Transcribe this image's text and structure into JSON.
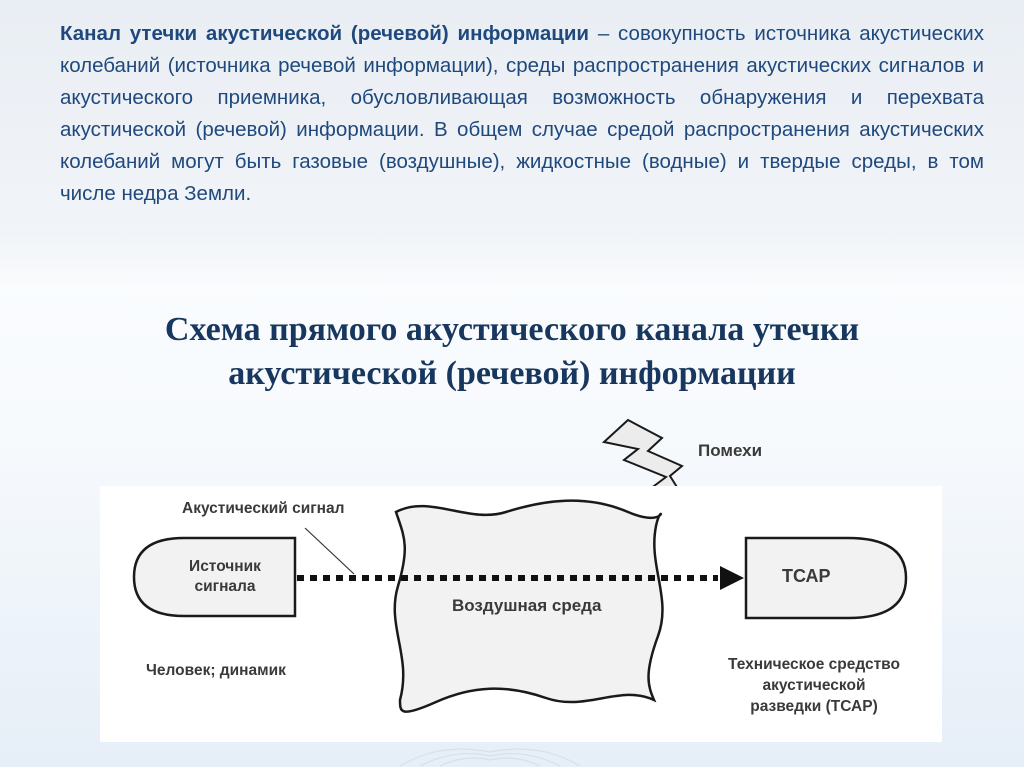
{
  "definition": {
    "term": "Канал утечки акустической (речевой) информации",
    "text": " – совокупность источника акустических колебаний (источника речевой информации), среды распространения акустических сигналов и акустического приемника, обусловливающая возможность обнаружения и перехвата акустической (речевой) информации. В общем случае средой распространения акустических колебаний могут быть газовые (воздушные), жидкостные (водные) и твердые среды, в том числе недра Земли."
  },
  "title": {
    "line1": "Схема прямого акустического канала утечки",
    "line2": "акустической (речевой) информации"
  },
  "diagram": {
    "source_line1": "Источник",
    "source_line2": "сигнала",
    "acoustic_signal": "Акустический сигнал",
    "medium": "Воздушная среда",
    "interference": "Помехи",
    "receiver": "ТСАР",
    "source_examples": "Человек; динамик",
    "receiver_desc_line1": "Техническое средство",
    "receiver_desc_line2": "акустической",
    "receiver_desc_line3": "разведки (ТСАР)"
  },
  "colors": {
    "definition_text": "#1f497d",
    "title_text": "#17375e",
    "diagram_label": "#3a3a3a",
    "shape_fill": "#f2f2f2",
    "shape_stroke": "#1a1a1a"
  }
}
